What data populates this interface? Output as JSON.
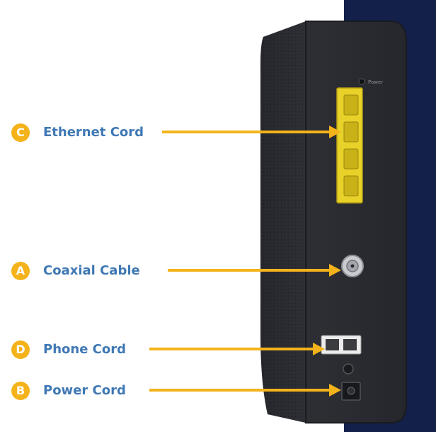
{
  "colors": {
    "accent": "#f4b31a",
    "label_text": "#3f78b4",
    "navy_panel": "#13204a",
    "device_body": "#2a2c31",
    "port_yellow": "#f2df33"
  },
  "device_text": {
    "power_button_label": "Power"
  },
  "callouts": [
    {
      "badge": "C",
      "label": "Ethernet Cord"
    },
    {
      "badge": "A",
      "label": "Coaxial Cable"
    },
    {
      "badge": "D",
      "label": "Phone Cord"
    },
    {
      "badge": "B",
      "label": "Power Cord"
    }
  ]
}
